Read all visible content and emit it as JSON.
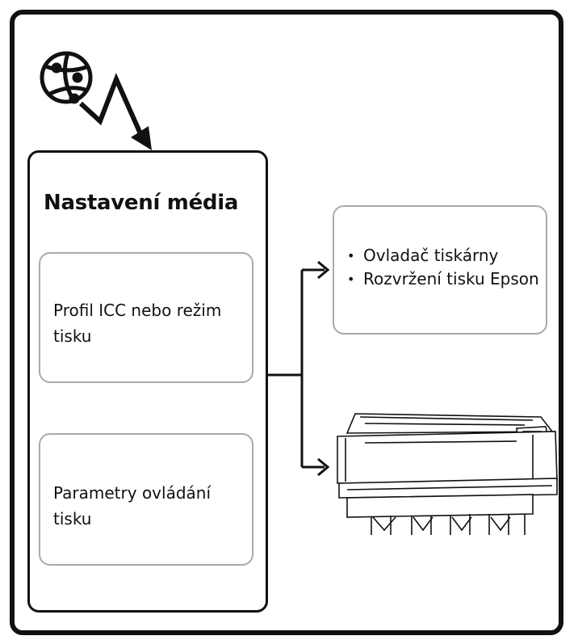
{
  "media_settings": {
    "title": "Nastavení média",
    "items": [
      "Profil ICC nebo režim tisku",
      "Parametry ovládání tisku"
    ]
  },
  "destinations": {
    "apps": [
      "Ovladač tiskárny",
      "Rozvržení tisku Epson"
    ]
  },
  "icons": [
    "network-globe-icon",
    "lightning-arrow-icon",
    "printer-icon"
  ]
}
